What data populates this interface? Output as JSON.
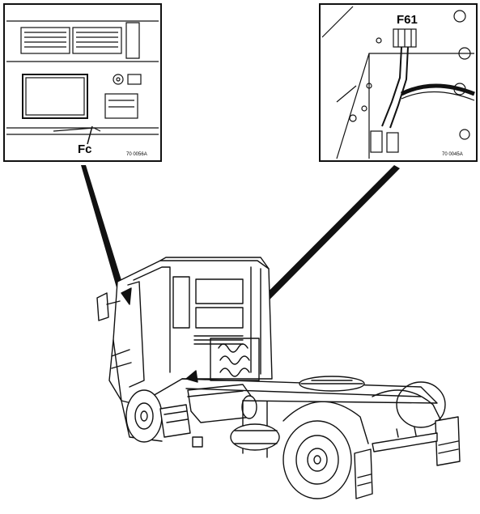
{
  "insets": {
    "left": {
      "label": "Fc",
      "code": "70 0056A"
    },
    "right": {
      "label": "F61",
      "code": "70 0045A"
    }
  },
  "colors": {
    "line": "#111111",
    "background": "#ffffff"
  }
}
